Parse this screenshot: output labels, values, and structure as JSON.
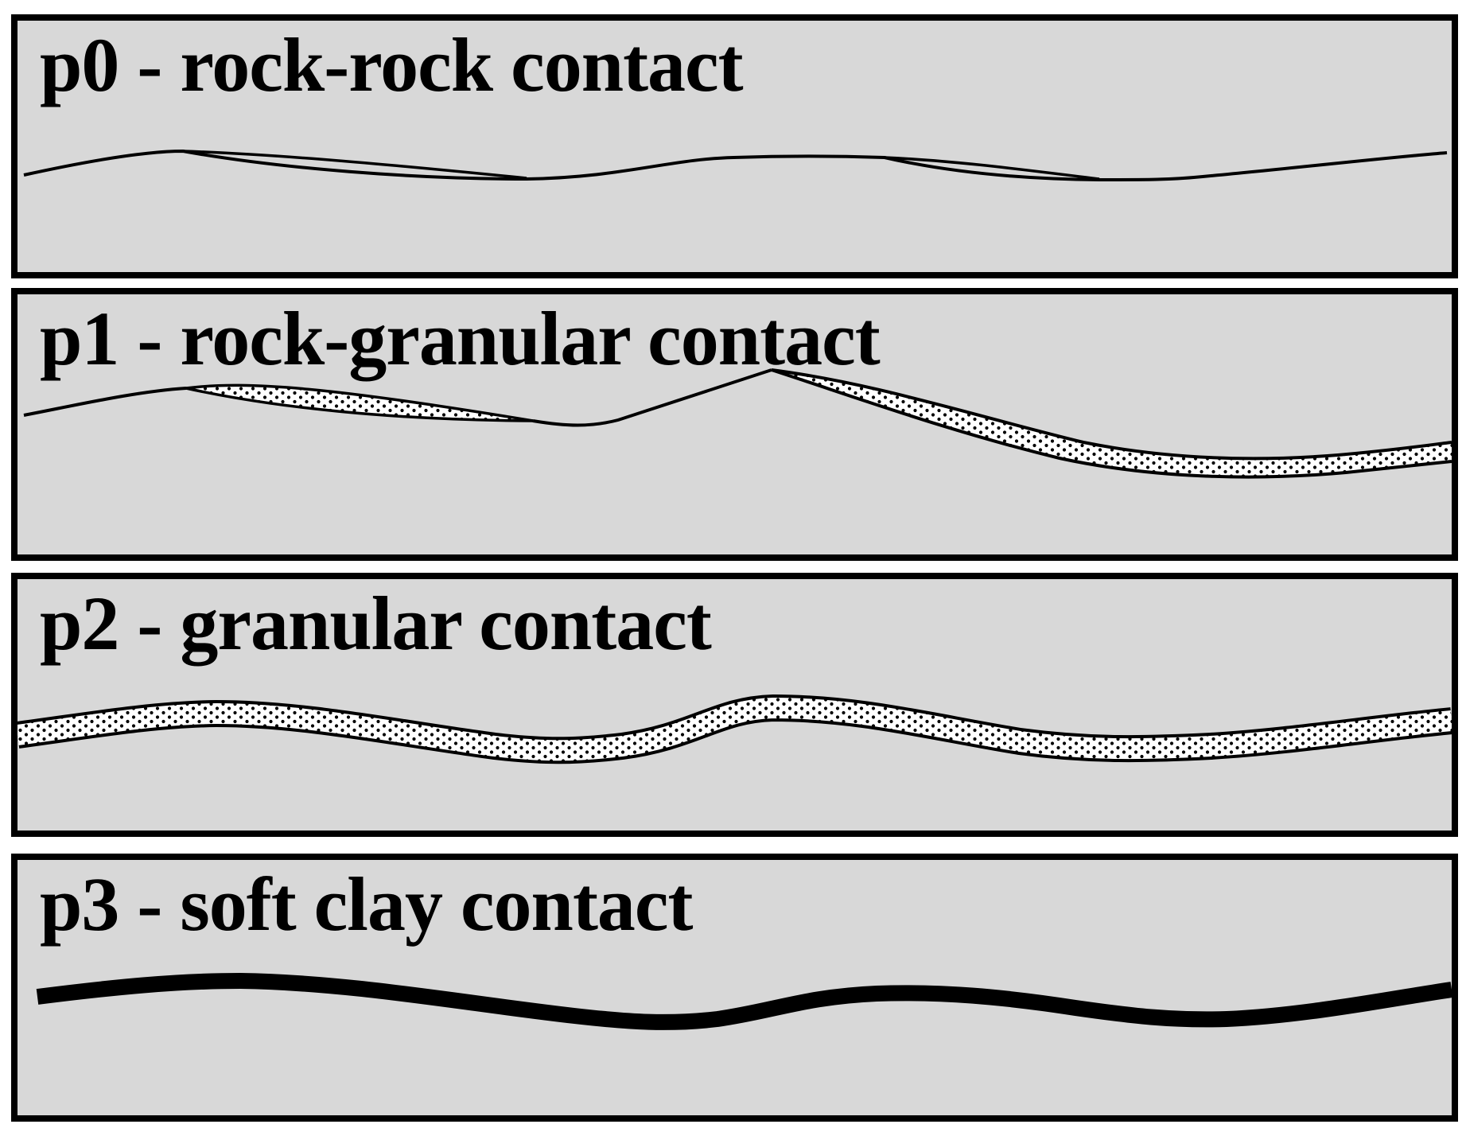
{
  "figure": {
    "background": "#ffffff",
    "panel_background": "#d8d8d8",
    "border_color": "#000000",
    "ink_color": "#000000",
    "stipple_fill": "#ffffff",
    "panels": [
      {
        "id": "p0",
        "label": "p0 - rock-rock contact",
        "contact_type": "rock-rock",
        "band_style": "two thin lines touching at crests and troughs"
      },
      {
        "id": "p1",
        "label": "p1 - rock-granular contact",
        "contact_type": "rock-granular",
        "band_style": "thin line opening into stippled granular lenses"
      },
      {
        "id": "p2",
        "label": "p2 - granular contact",
        "contact_type": "granular",
        "band_style": "continuous stippled granular band between two lines"
      },
      {
        "id": "p3",
        "label": "p3 - soft clay contact",
        "contact_type": "soft clay",
        "band_style": "thick solid black wavy band"
      }
    ]
  }
}
